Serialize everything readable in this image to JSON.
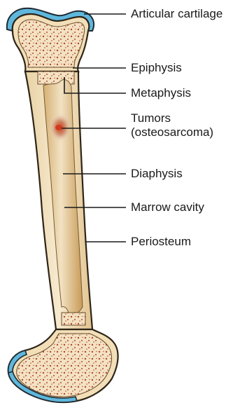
{
  "diagram": {
    "labels": {
      "articular_cartilage": "Articular cartilage",
      "epiphysis": "Epiphysis",
      "metaphysis": "Metaphysis",
      "tumors_line1": "Tumors",
      "tumors_line2": "(osteosarcoma)",
      "diaphysis": "Diaphysis",
      "marrow_cavity": "Marrow cavity",
      "periosteum": "Periosteum"
    },
    "colors": {
      "cartilage": "#5fb7dc",
      "bone_outer": "#f2dfb8",
      "bone_outline": "#3a2b1c",
      "cortex": "#e9d2a4",
      "marrow": "#caa163",
      "marrow_light": "#f3e3c3",
      "spongy_dots": "#b14b2a",
      "tumor": "#d23a1f",
      "leader_line": "#1a1a1a"
    }
  }
}
